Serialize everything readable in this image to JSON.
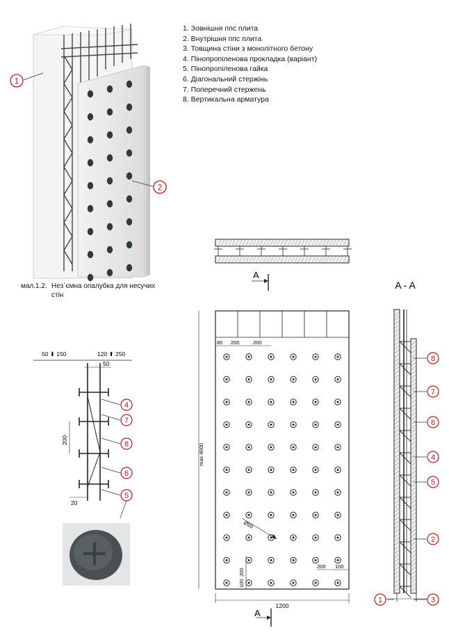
{
  "legend": {
    "items": [
      "1. Зовнішня ппс плита",
      "2. Внутрішня ппс плита",
      "3. Товщина стіни з монолітного бетону",
      "4. Пінопропіленова прокладка (варіант)",
      "5. Пінопропіленова гайка",
      "6. Діагональний стержінь",
      "7. Поперечний стержень",
      "8. Вертикальна арматура"
    ]
  },
  "caption": {
    "number": "мал.1.2.",
    "line1": "Нез`ємна опалубка для несучих",
    "line2": "стін"
  },
  "photo": {
    "callout_1": "1",
    "callout_2": "2"
  },
  "plan_section": {
    "marker": "A"
  },
  "section_aa": {
    "title": "A - A",
    "callouts": [
      "8",
      "7",
      "6",
      "4",
      "5",
      "2",
      "1",
      "3"
    ]
  },
  "detail": {
    "dim_top_left": "50 ⬇ 150",
    "dim_top_right": "120 ⬆ 250",
    "dim_50": "50",
    "dim_200": "200",
    "dim_20": "20",
    "callouts": [
      "4",
      "7",
      "8",
      "6",
      "5"
    ]
  },
  "panel": {
    "dim_80": "80",
    "dim_200a": "200",
    "dim_200b": "200",
    "dim_height": "max 4000",
    "dim_hole": "Ø50",
    "dim_200c": "200",
    "dim_100a": "100",
    "dim_200d": "200",
    "dim_100b": "100",
    "dim_width": "1200",
    "marker": "A"
  },
  "colors": {
    "line": "#222222",
    "callout": "#b02020",
    "foam": "#ececec",
    "nut": "#4a5054"
  }
}
